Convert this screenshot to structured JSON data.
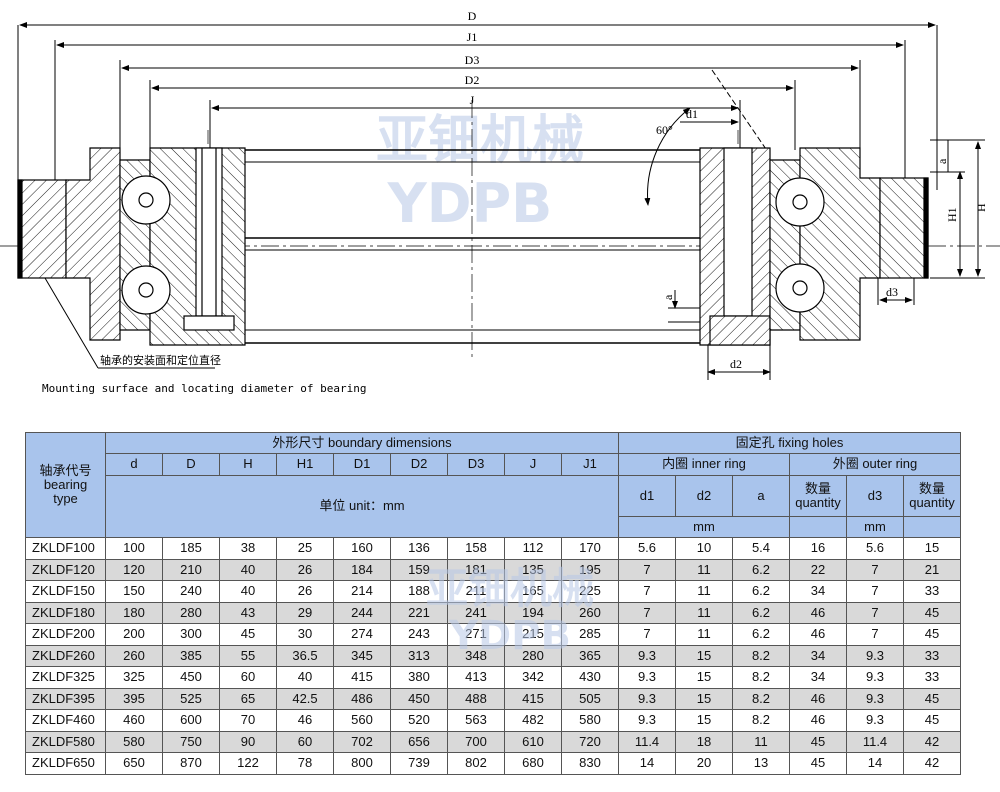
{
  "drawing": {
    "labels": {
      "D": "D",
      "J1": "J1",
      "D3": "D3",
      "D2": "D2",
      "J": "J",
      "d1": "d1",
      "d2": "d2",
      "d3": "d3",
      "a": "a",
      "H": "H",
      "H1": "H1",
      "angle": "60°"
    },
    "annotation_cn": "轴承的安装面和定位直径",
    "annotation_en": "Mounting surface and locating diameter of bearing"
  },
  "watermark": {
    "cn": "亚钿机械",
    "en": "YDPB"
  },
  "table": {
    "type_header": "轴承代号\nbearing\ntype",
    "boundary_header": "外形尺寸 boundary dimensions",
    "fixing_header": "固定孔  fixing holes",
    "inner_header": "内圈 inner ring",
    "outer_header": "外圈 outer ring",
    "unit_header": "单位 unit：mm",
    "mm": "mm",
    "boundary_cols": [
      "d",
      "D",
      "H",
      "H1",
      "D1",
      "D2",
      "D3",
      "J",
      "J1"
    ],
    "inner_cols": [
      "d1",
      "d2",
      "a"
    ],
    "qty_label": "数量\nquantity",
    "d3_label": "d3",
    "rows": [
      [
        "ZKLDF100",
        "100",
        "185",
        "38",
        "25",
        "160",
        "136",
        "158",
        "112",
        "170",
        "5.6",
        "10",
        "5.4",
        "16",
        "5.6",
        "15"
      ],
      [
        "ZKLDF120",
        "120",
        "210",
        "40",
        "26",
        "184",
        "159",
        "181",
        "135",
        "195",
        "7",
        "11",
        "6.2",
        "22",
        "7",
        "21"
      ],
      [
        "ZKLDF150",
        "150",
        "240",
        "40",
        "26",
        "214",
        "188",
        "211",
        "165",
        "225",
        "7",
        "11",
        "6.2",
        "34",
        "7",
        "33"
      ],
      [
        "ZKLDF180",
        "180",
        "280",
        "43",
        "29",
        "244",
        "221",
        "241",
        "194",
        "260",
        "7",
        "11",
        "6.2",
        "46",
        "7",
        "45"
      ],
      [
        "ZKLDF200",
        "200",
        "300",
        "45",
        "30",
        "274",
        "243",
        "271",
        "215",
        "285",
        "7",
        "11",
        "6.2",
        "46",
        "7",
        "45"
      ],
      [
        "ZKLDF260",
        "260",
        "385",
        "55",
        "36.5",
        "345",
        "313",
        "348",
        "280",
        "365",
        "9.3",
        "15",
        "8.2",
        "34",
        "9.3",
        "33"
      ],
      [
        "ZKLDF325",
        "325",
        "450",
        "60",
        "40",
        "415",
        "380",
        "413",
        "342",
        "430",
        "9.3",
        "15",
        "8.2",
        "34",
        "9.3",
        "33"
      ],
      [
        "ZKLDF395",
        "395",
        "525",
        "65",
        "42.5",
        "486",
        "450",
        "488",
        "415",
        "505",
        "9.3",
        "15",
        "8.2",
        "46",
        "9.3",
        "45"
      ],
      [
        "ZKLDF460",
        "460",
        "600",
        "70",
        "46",
        "560",
        "520",
        "563",
        "482",
        "580",
        "9.3",
        "15",
        "8.2",
        "46",
        "9.3",
        "45"
      ],
      [
        "ZKLDF580",
        "580",
        "750",
        "90",
        "60",
        "702",
        "656",
        "700",
        "610",
        "720",
        "11.4",
        "18",
        "11",
        "45",
        "11.4",
        "42"
      ],
      [
        "ZKLDF650",
        "650",
        "870",
        "122",
        "78",
        "800",
        "739",
        "802",
        "680",
        "830",
        "14",
        "20",
        "13",
        "45",
        "14",
        "42"
      ]
    ]
  }
}
